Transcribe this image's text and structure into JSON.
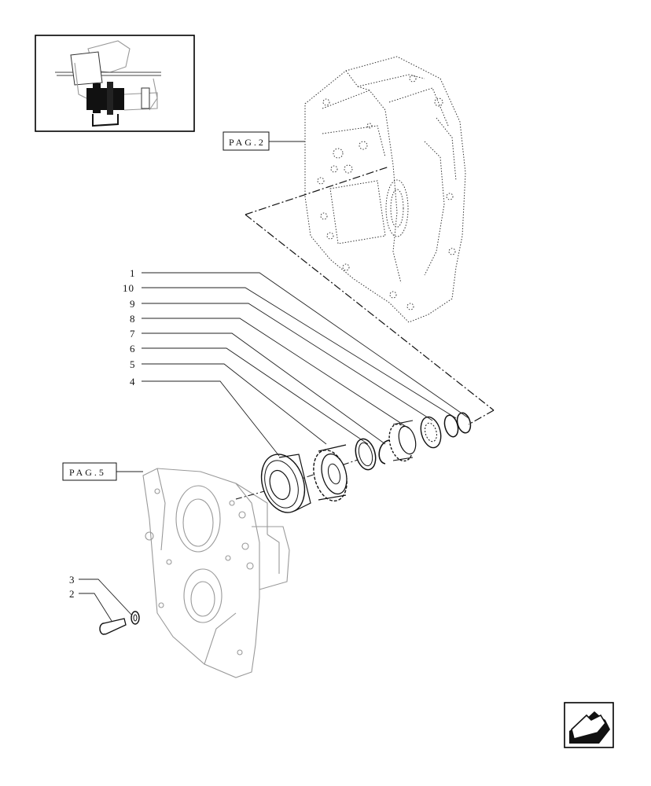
{
  "page_refs": [
    {
      "label": "PAG.2"
    },
    {
      "label": "PAG.5"
    }
  ],
  "callouts": [
    {
      "number": "1"
    },
    {
      "number": "10"
    },
    {
      "number": "9"
    },
    {
      "number": "8"
    },
    {
      "number": "7"
    },
    {
      "number": "6"
    },
    {
      "number": "5"
    },
    {
      "number": "4"
    },
    {
      "number": "3"
    },
    {
      "number": "2"
    }
  ],
  "nav": {
    "icon": "next-page-arrow-icon"
  }
}
